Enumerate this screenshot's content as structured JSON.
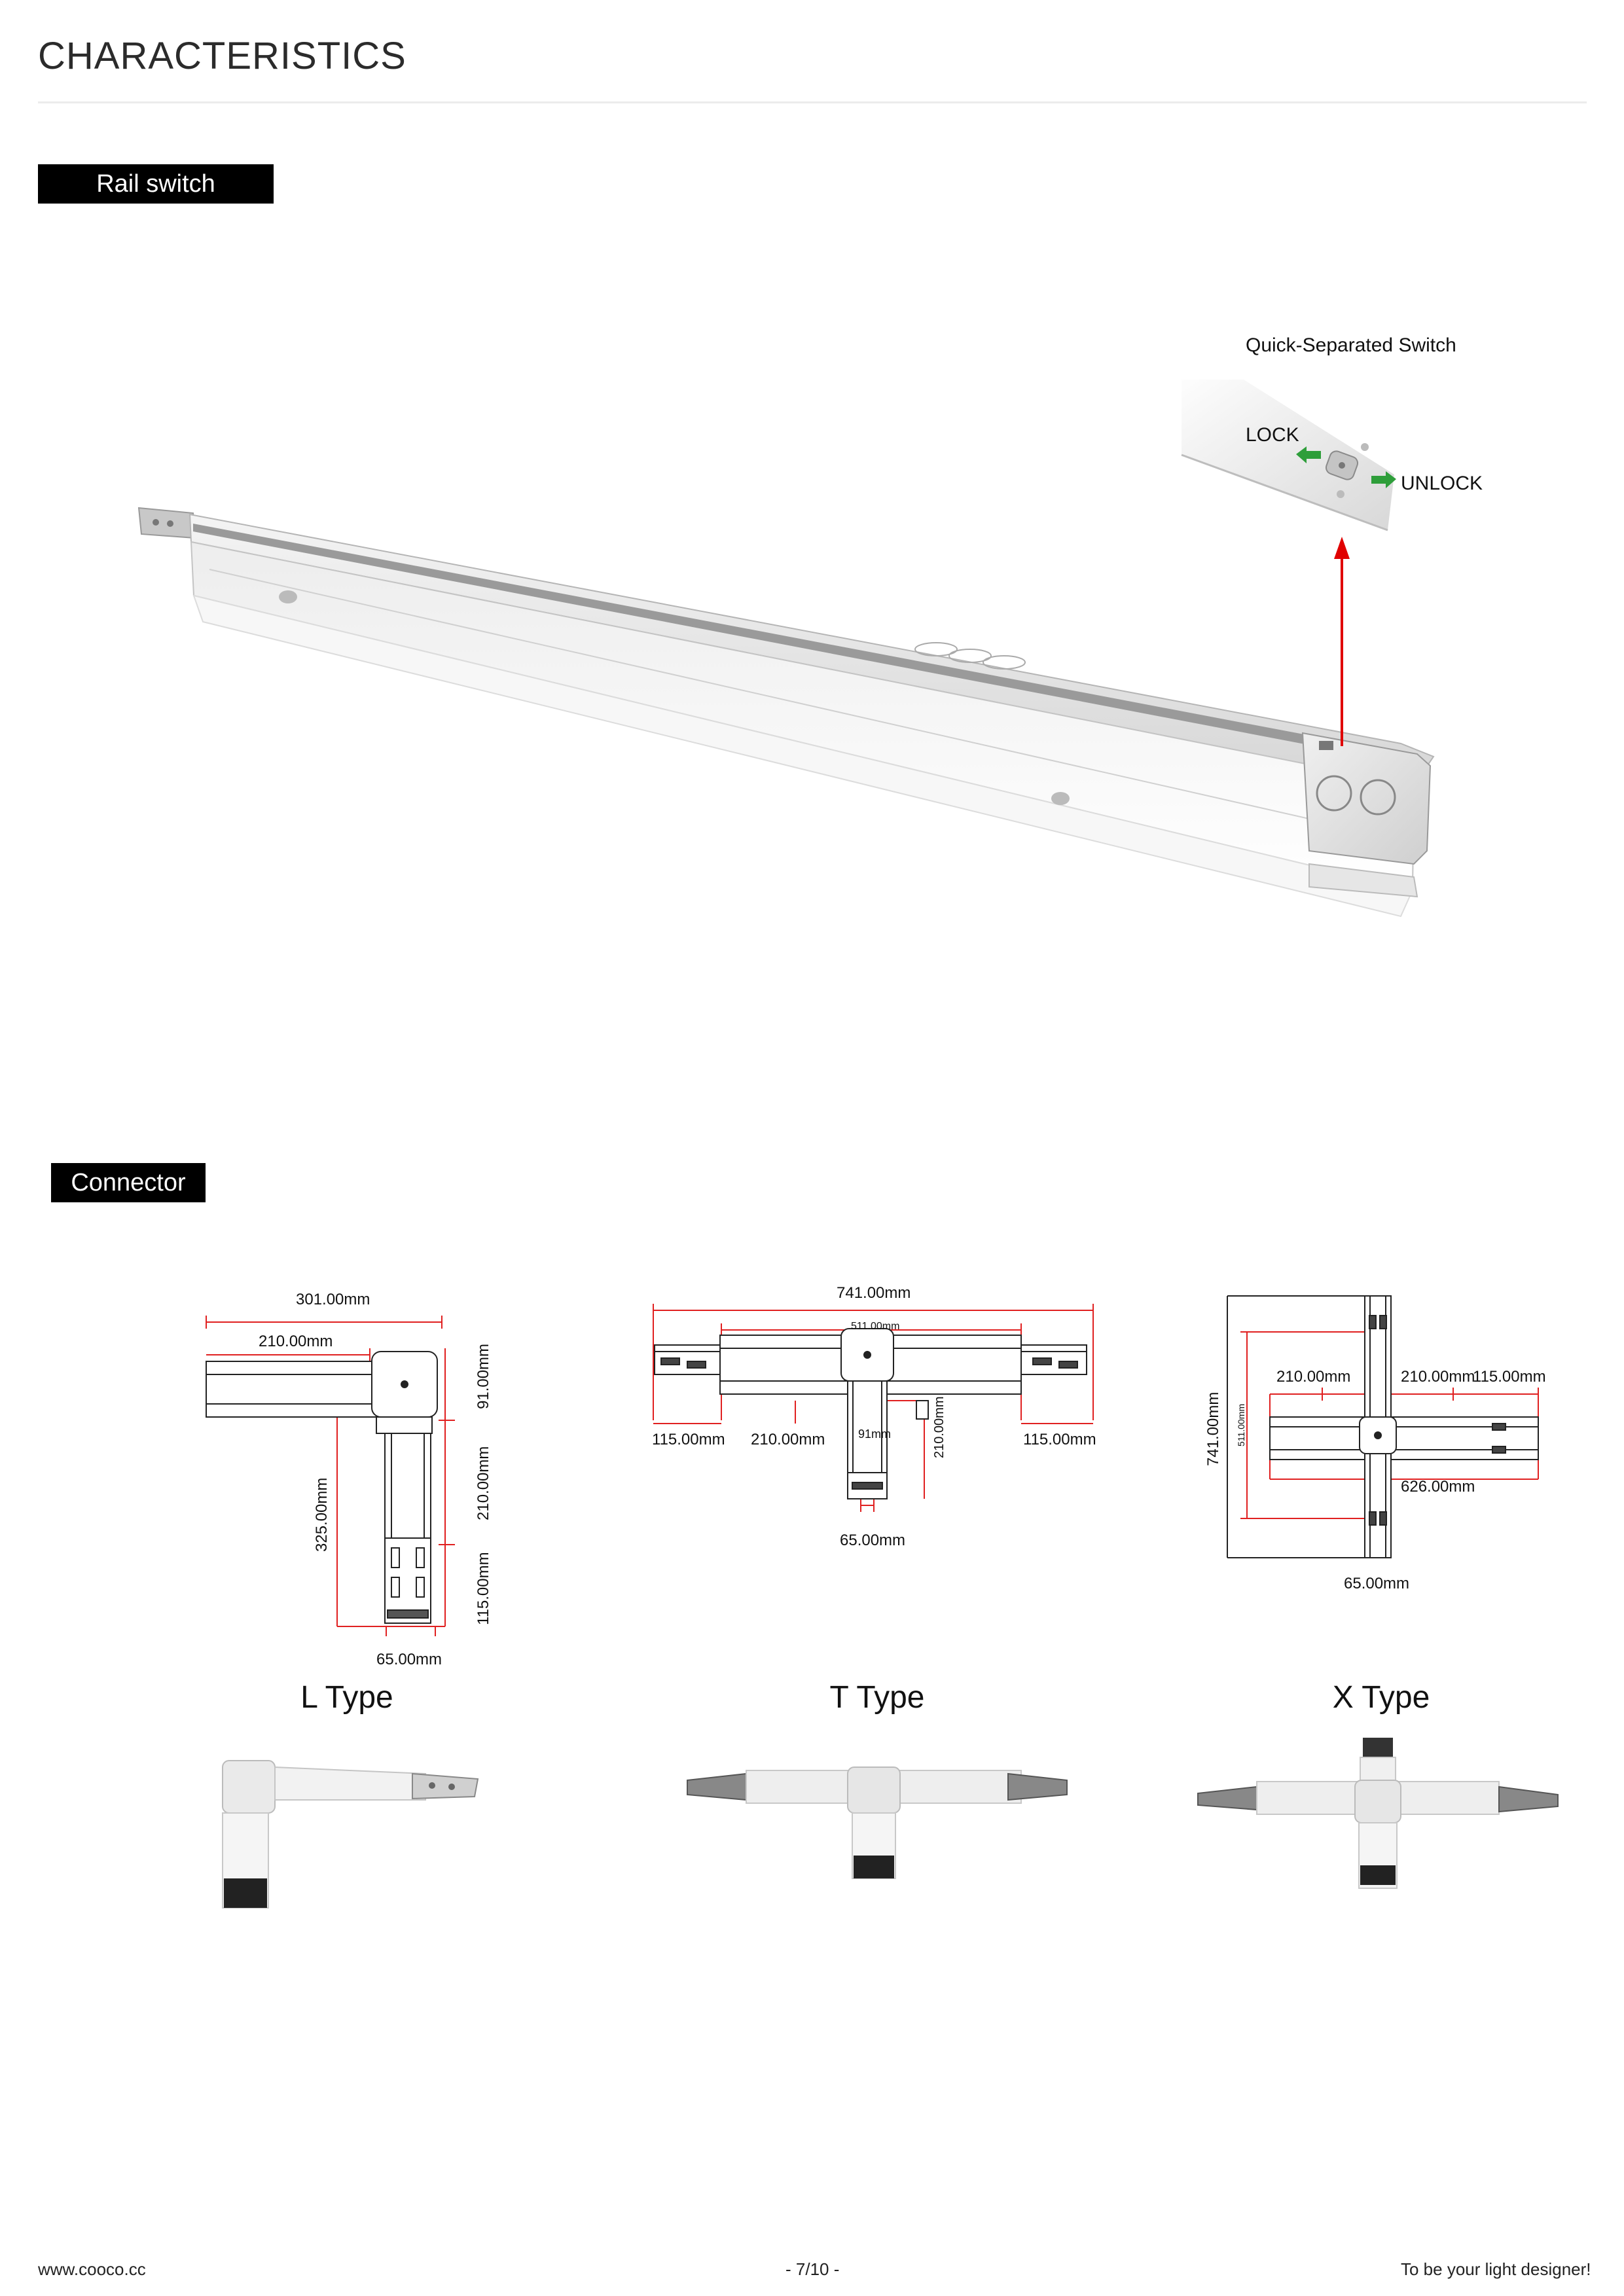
{
  "page": {
    "title": "CHARACTERISTICS"
  },
  "rail_switch": {
    "tag": "Rail switch",
    "callout_title": "Quick-Separated Switch",
    "lock_label": "LOCK",
    "unlock_label": "UNLOCK",
    "arrow_color": "#e00000",
    "indicator_color": "#2e9e3a"
  },
  "connector": {
    "tag": "Connector",
    "dimension_color": "#e02020",
    "l_type": {
      "label": "L Type",
      "dims": {
        "top_total": "301.00mm",
        "top_inner": "210.00mm",
        "right_top": "91.00mm",
        "right_mid": "210.00mm",
        "right_bottom": "115.00mm",
        "left": "325.00mm",
        "bottom": "65.00mm"
      }
    },
    "t_type": {
      "label": "T Type",
      "dims": {
        "top_total": "741.00mm",
        "top_inner": "511.00mm",
        "left_outer": "115.00mm",
        "left_inner": "210.00mm",
        "stem_small": "91mm",
        "stem": "210.00mm",
        "right_outer": "115.00mm",
        "bottom": "65.00mm"
      }
    },
    "x_type": {
      "label": "X Type",
      "dims": {
        "left_inner": "210.00mm",
        "right_inner": "210.00mm",
        "right_outer": "115.00mm",
        "vertical_total": "741.00mm",
        "vertical_inner": "511.00mm",
        "horizontal_bottom": "626.00mm",
        "bottom": "65.00mm"
      }
    }
  },
  "footer": {
    "website": "www.cooco.cc",
    "page_number": "- 7/10 -",
    "slogan": "To be your light designer!"
  }
}
